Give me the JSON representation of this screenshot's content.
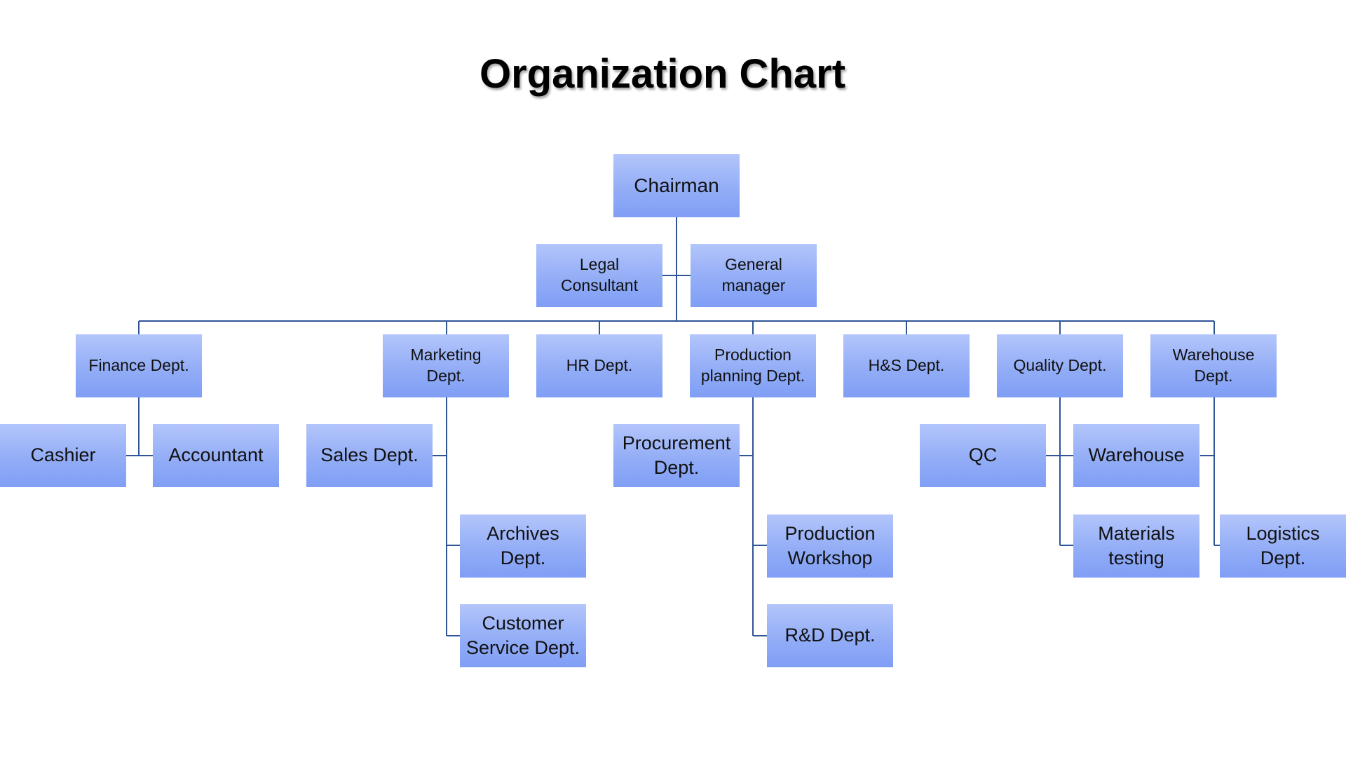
{
  "title": "Organization Chart",
  "colors": {
    "box_top": "#b3c5fb",
    "box_bottom": "#7f9ef5",
    "connector": "#2f5597",
    "text": "#111111"
  },
  "nodes": {
    "chairman": "Chairman",
    "legal_consultant": "Legal\nConsultant",
    "general_manager": "General\nmanager",
    "finance": "Finance Dept.",
    "marketing": "Marketing\nDept.",
    "hr": "HR Dept.",
    "production_planning": "Production\nplanning Dept.",
    "hs": "H&S Dept.",
    "quality": "Quality Dept.",
    "warehouse_dept": "Warehouse\nDept.",
    "cashier": "Cashier",
    "accountant": "Accountant",
    "sales": "Sales Dept.",
    "archives": "Archives\nDept.",
    "customer_service": "Customer\nService Dept.",
    "procurement": "Procurement\nDept.",
    "production_workshop": "Production\nWorkshop",
    "rd": "R&D Dept.",
    "qc": "QC",
    "warehouse": "Warehouse",
    "materials_testing": "Materials\ntesting",
    "logistics": "Logistics\nDept."
  }
}
